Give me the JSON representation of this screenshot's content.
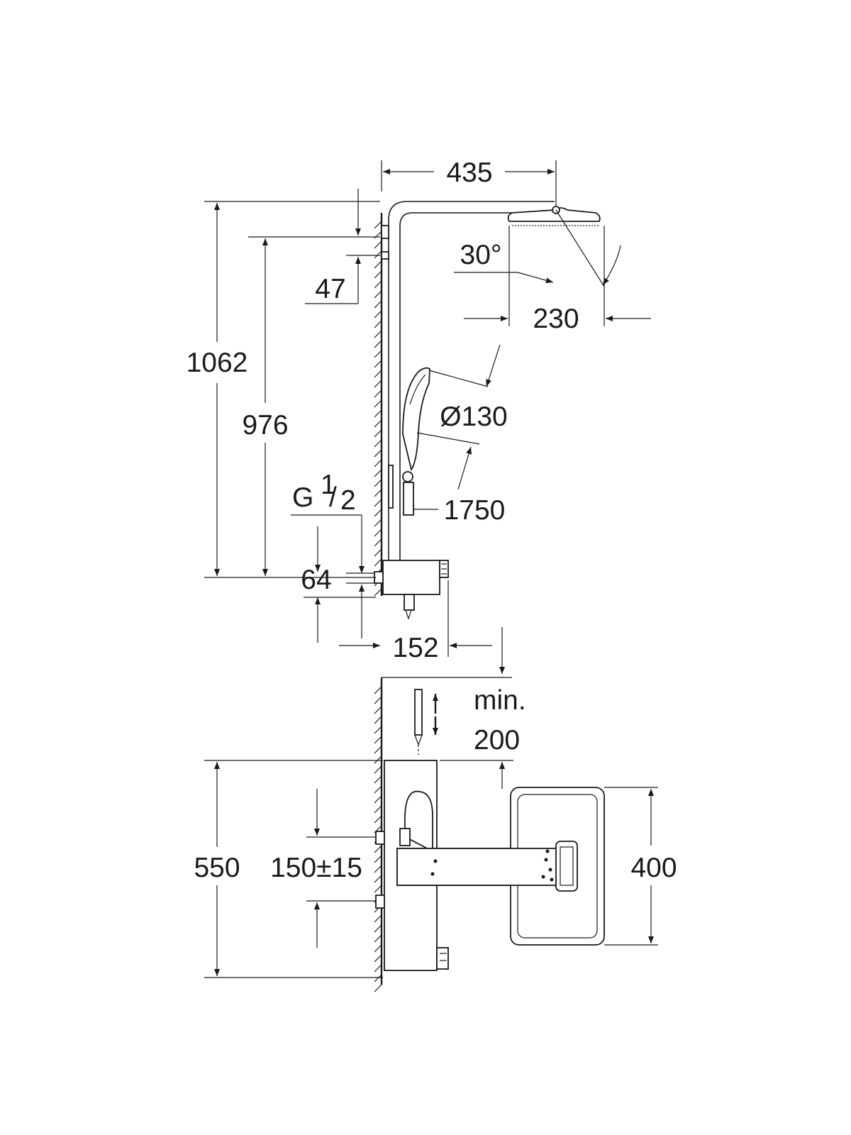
{
  "dimensions": {
    "width_total": "435",
    "overall_height": "1062",
    "head_height": "976",
    "arm_offset": "47",
    "tilt_angle": "30°",
    "head_width": "230",
    "hand_shower_diameter": "Ø130",
    "hose_length": "1750",
    "thread_G": "G",
    "thread_num": "1",
    "thread_den": "2",
    "inlet_offset": "64",
    "projection": "152",
    "min_label": "min.",
    "min_value": "200",
    "thermostat_height": "550",
    "inlet_spacing": "150±15",
    "head_length": "400"
  }
}
